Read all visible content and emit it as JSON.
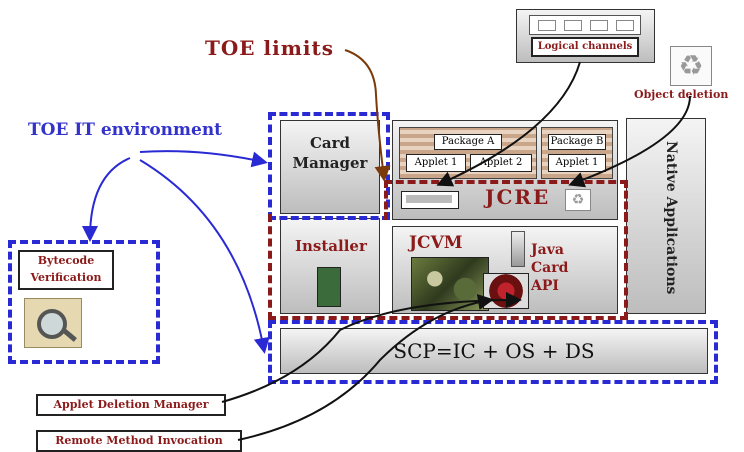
{
  "labels": {
    "toe_limits": "TOE limits",
    "toe_it_env": "TOE IT environment",
    "logical_channels": "Logical channels",
    "object_deletion": "Object deletion",
    "card_manager_line1": "Card",
    "card_manager_line2": "Manager",
    "package_a": "Package A",
    "applet_1": "Applet 1",
    "applet_2": "Applet 2",
    "package_b": "Package B",
    "applet_1b": "Applet 1",
    "jcre": "JCRE",
    "native_applications": "Native Applications",
    "installer": "Installer",
    "jcvm": "JCVM",
    "java_card_api_1": "Java",
    "java_card_api_2": "Card",
    "java_card_api_3": "API",
    "bytecode_verif_1": "Bytecode",
    "bytecode_verif_2": "Verification",
    "scp": "SCP=IC + OS + DS",
    "applet_deletion_manager": "Applet Deletion Manager",
    "remote_method_invocation": "Remote Method Invocation"
  },
  "colors": {
    "toe_red": "#8b1a1a",
    "env_blue": "#3333cc"
  }
}
